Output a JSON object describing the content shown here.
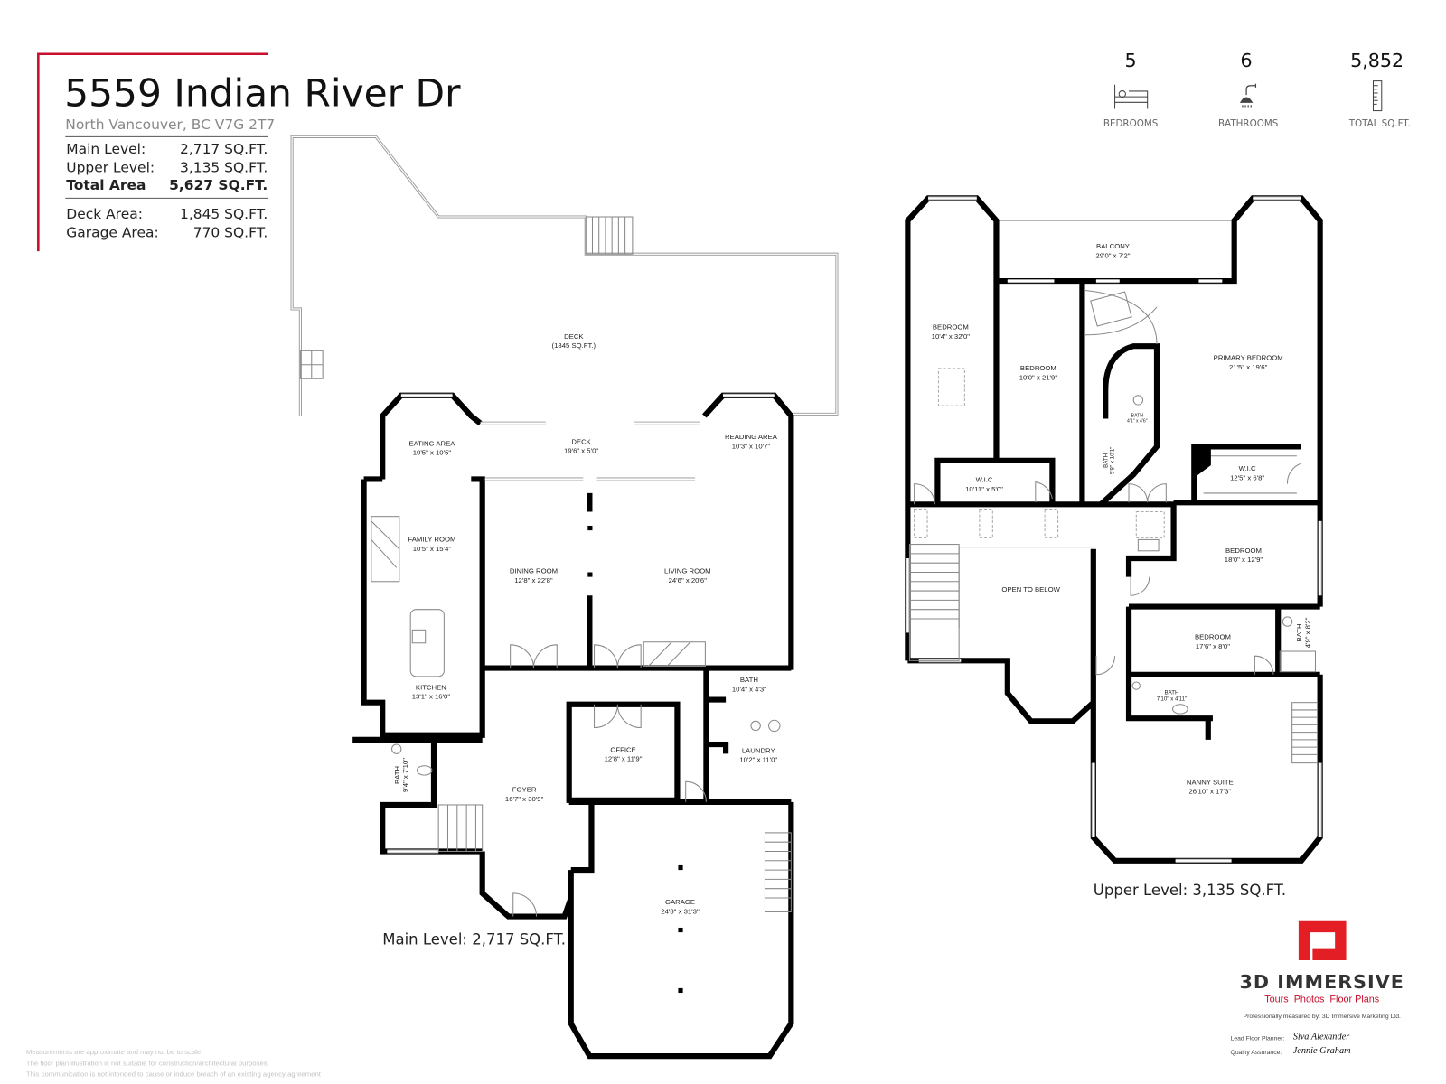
{
  "header": {
    "address": "5559 Indian River Dr",
    "city": "North Vancouver, BC V7G 2T7",
    "accent_color": "#c8102e",
    "areas": [
      {
        "label": "Main Level:",
        "value": "2,717 SQ.FT."
      },
      {
        "label": "Upper Level:",
        "value": "3,135 SQ.FT."
      },
      {
        "label": "Total Area",
        "value": "5,627 SQ.FT."
      },
      {
        "label": "Deck Area:",
        "value": "1,845 SQ.FT."
      },
      {
        "label": "Garage Area:",
        "value": "770 SQ.FT."
      }
    ]
  },
  "stats": [
    {
      "value": "5",
      "label": "BEDROOMS",
      "icon": "bed-icon"
    },
    {
      "value": "6",
      "label": "BATHROOMS",
      "icon": "shower-icon"
    },
    {
      "value": "5,852",
      "label": "TOTAL SQ.FT.",
      "icon": "ruler-icon"
    }
  ],
  "main_level": {
    "caption": "Main Level: 2,717 SQ.FT.",
    "rooms": [
      {
        "name": "DECK",
        "dim": "(1845 SQ.FT.)"
      },
      {
        "name": "EATING AREA",
        "dim": "10'5\" x 10'5\""
      },
      {
        "name": "DECK",
        "dim": "19'6\" x 5'0\""
      },
      {
        "name": "READING AREA",
        "dim": "10'3\" x 10'7\""
      },
      {
        "name": "FAMILY ROOM",
        "dim": "10'5\" x 15'4\""
      },
      {
        "name": "DINING ROOM",
        "dim": "12'8\" x 22'8\""
      },
      {
        "name": "LIVING ROOM",
        "dim": "24'6\" x 20'6\""
      },
      {
        "name": "KITCHEN",
        "dim": "13'1\" x 16'0\""
      },
      {
        "name": "BATH",
        "dim": "10'4\" x 4'3\""
      },
      {
        "name": "OFFICE",
        "dim": "12'8\" x 11'9\""
      },
      {
        "name": "LAUNDRY",
        "dim": "10'2\" x 11'0\""
      },
      {
        "name": "BATH",
        "dim": "9'4\" x 7'10\""
      },
      {
        "name": "FOYER",
        "dim": "16'7\" x 30'9\""
      },
      {
        "name": "GARAGE",
        "dim": "24'8\" x 31'3\""
      }
    ]
  },
  "upper_level": {
    "caption": "Upper Level: 3,135 SQ.FT.",
    "rooms": [
      {
        "name": "BALCONY",
        "dim": "29'0\" x 7'2\""
      },
      {
        "name": "BEDROOM",
        "dim": "10'4\" x 32'0\""
      },
      {
        "name": "BEDROOM",
        "dim": "10'0\" x 21'9\""
      },
      {
        "name": "PRIMARY BEDROOM",
        "dim": "21'5\" x 19'6\""
      },
      {
        "name": "BATH",
        "dim": "4'1\" x 4'6\""
      },
      {
        "name": "BATH",
        "dim": "5'8\" x 10'1\""
      },
      {
        "name": "W.I.C",
        "dim": "10'11\" x 5'0\""
      },
      {
        "name": "W.I.C",
        "dim": "12'5\" x 6'8\""
      },
      {
        "name": "BEDROOM",
        "dim": "18'0\" x 12'9\""
      },
      {
        "name": "OPEN TO BELOW",
        "dim": ""
      },
      {
        "name": "BEDROOM",
        "dim": "17'6\" x 8'0\""
      },
      {
        "name": "BATH",
        "dim": "4'9\" x 8'2\""
      },
      {
        "name": "BATH",
        "dim": "7'10\" x 4'11\""
      },
      {
        "name": "NANNY SUITE",
        "dim": "26'10\" x 17'3\""
      }
    ]
  },
  "branding": {
    "company": "3D IMMERSIVE",
    "tagline": "Tours  Photos  Floor Plans",
    "measured_by": "Professionally measured by: 3D Immersive Marketing Ltd.",
    "lead_label": "Lead Floor Planner:",
    "lead_signature": "Siva Alexander",
    "qa_label": "Quality Assurance:",
    "qa_signature": "Jennie Graham",
    "logo_color": "#e31e24"
  },
  "disclaimer": [
    "Measurements are approximate and may not be to scale.",
    "The floor plan illustration is not suitable for construction/architectural purposes.",
    "This communication is not intended to cause or induce breach of an existing agency agreement"
  ]
}
